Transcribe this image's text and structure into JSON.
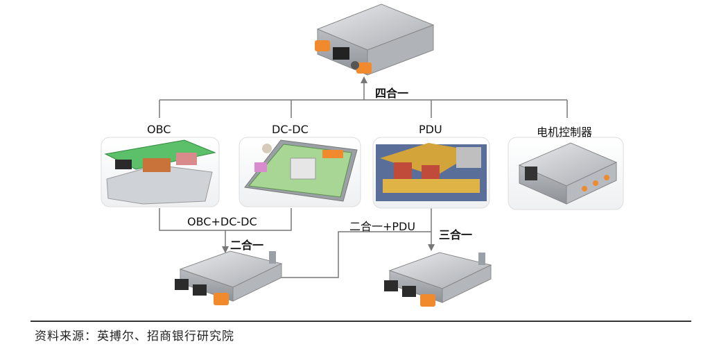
{
  "diagram": {
    "top_label": "四合一",
    "components": [
      "OBC",
      "DC-DC",
      "PDU",
      "电机控制器"
    ],
    "combo1_caption": "OBC+DC-DC",
    "combo1_label": "二合一",
    "combo2_caption": "二合一+PDU",
    "combo2_label": "三合一"
  },
  "footer": {
    "source": "资料来源：英搏尔、招商银行研究院"
  },
  "colors": {
    "line": "#777777",
    "orange": "#f08a2c",
    "pcb_green": "#5cc06a",
    "metal": "#c9ccd0"
  }
}
